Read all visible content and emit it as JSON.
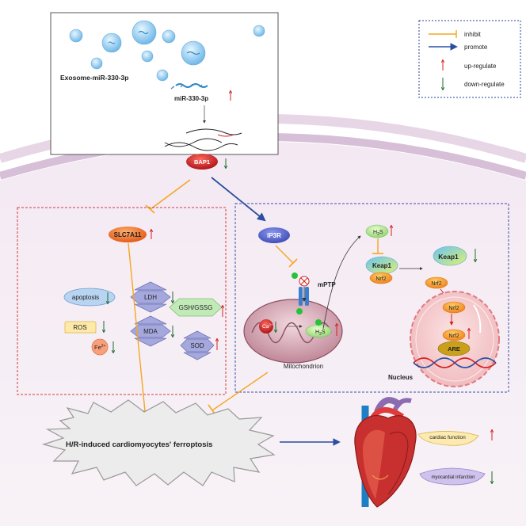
{
  "legend": {
    "inhibit": "inhibit",
    "promote": "promote",
    "up": "up-regulate",
    "down": "down-regulate"
  },
  "exosome": {
    "label": "Exosome-miR-330-3p",
    "mirna": "miR-330-3p"
  },
  "bap1": "BAP1",
  "left_panel": {
    "slc7a11": "SLC7A11",
    "apoptosis": "apoptosis",
    "ldh": "LDH",
    "gsh": "GSH/GSSG",
    "ros": "ROS",
    "mda": "MDA",
    "fe_base": "Fe",
    "fe_sup": "2+",
    "sod": "SOD"
  },
  "right_panel": {
    "ip3r": "IP3R",
    "mptp": "mPTP",
    "h2s_base": "H",
    "h2s_sub": "2",
    "h2s_end": "S",
    "ca_base": "Ca",
    "ca_sup": "2+",
    "mitochondrion": "Mitochondrion",
    "keap1": "Keap1",
    "nrf2": "Nrf2",
    "are": "ARE",
    "nucleus": "Nucleus"
  },
  "outcome": {
    "ferroptosis": "H/R-induced  cardiomyocytes' ferroptosis",
    "cardiac_function": "cardiac function",
    "mi": "myocardial infarction"
  },
  "colors": {
    "inhibit": "#f5a623",
    "promote": "#2a4ea0",
    "up": "#d62020",
    "down": "#1a6e2e",
    "bap1": "#c0141a",
    "slc7a11": "#e8621c",
    "ip3r": "#4a58c0",
    "cell": "#f6eef6",
    "membrane": "#d9c3da",
    "left_border": "#d23b3b",
    "right_border": "#3b4fa8"
  }
}
